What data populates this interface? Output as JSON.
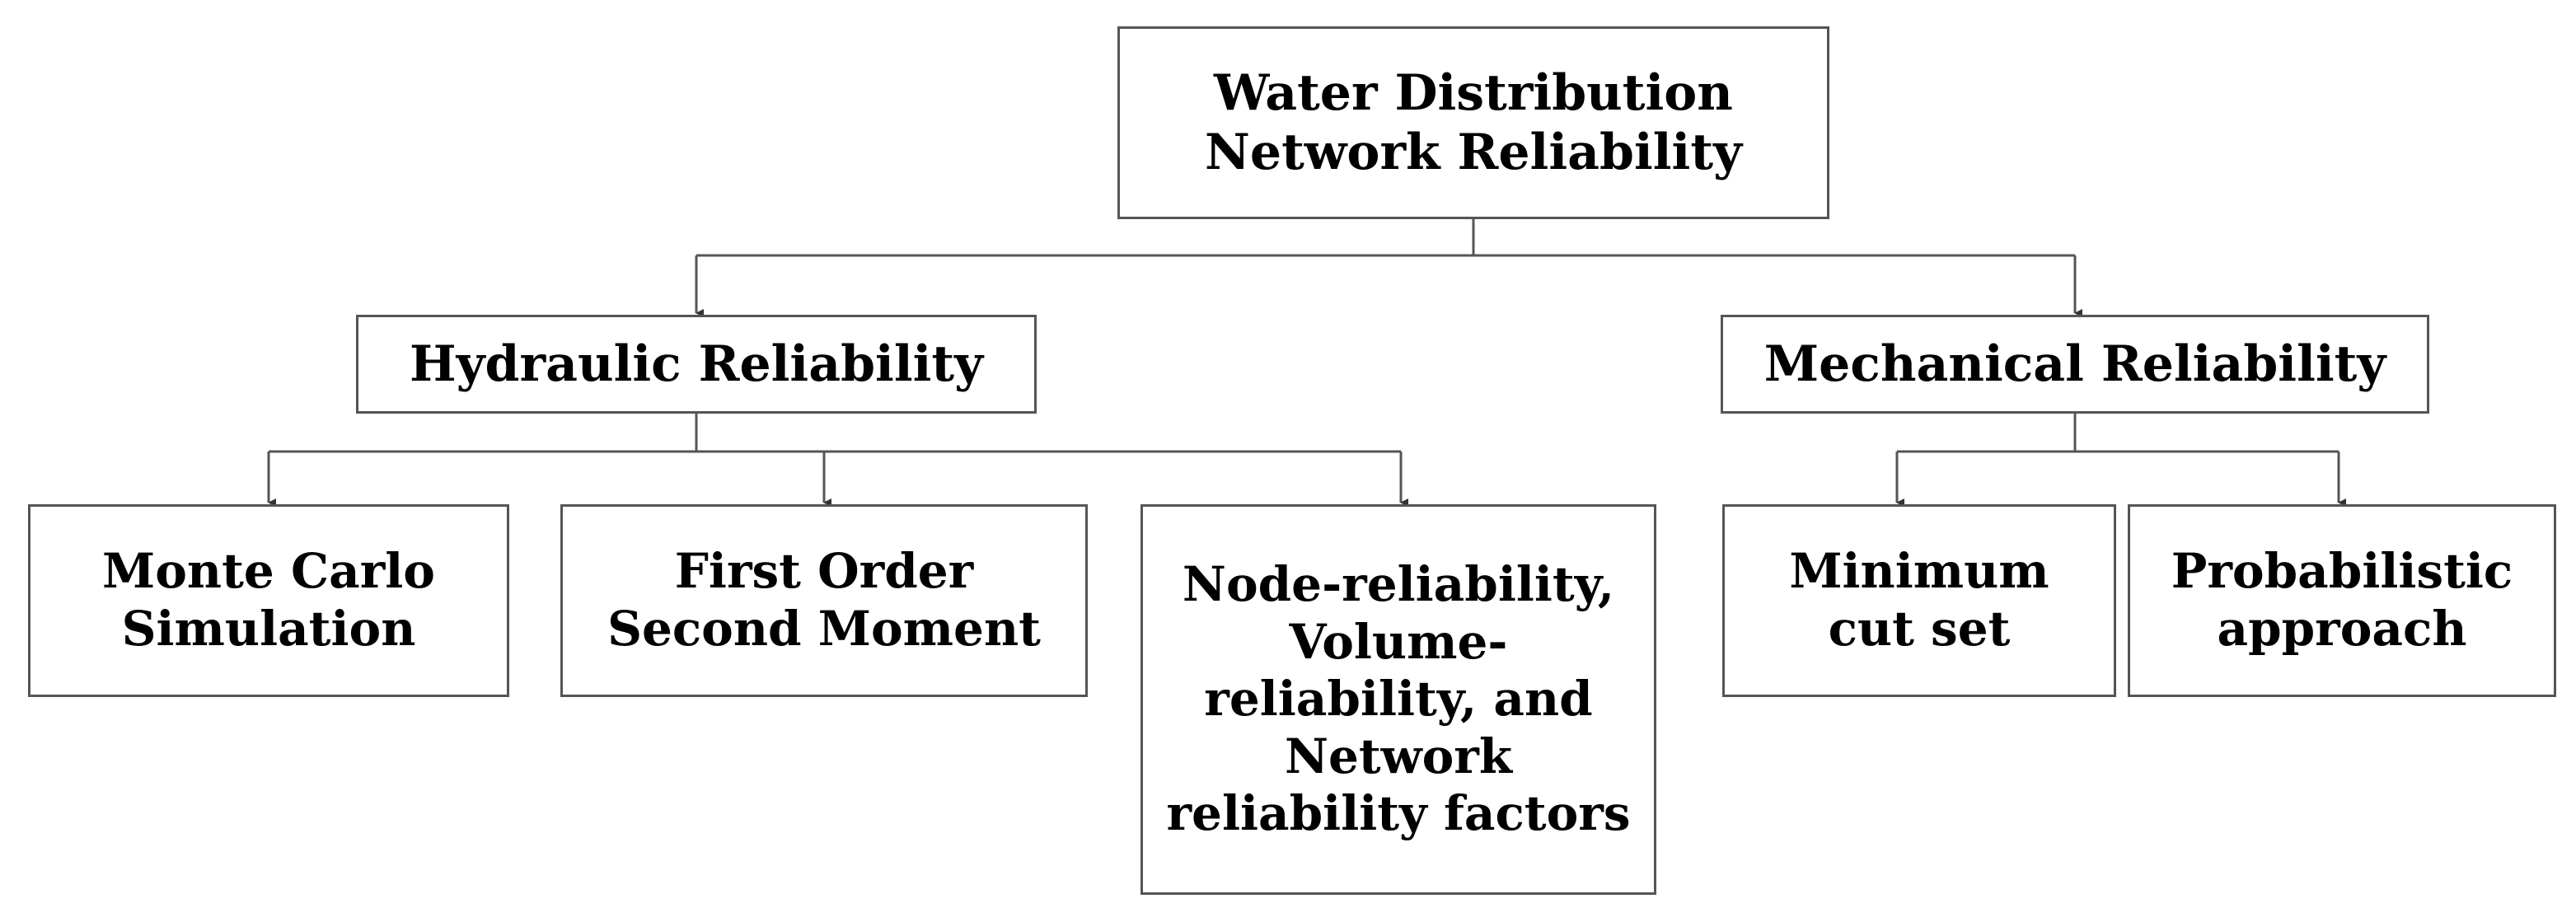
{
  "diagram": {
    "root": {
      "label": "Water Distribution\nNetwork Reliability"
    },
    "hydraulic": {
      "label": "Hydraulic Reliability"
    },
    "mechanical": {
      "label": "Mechanical Reliability"
    },
    "hydraulic_methods": [
      {
        "label": "Monte Carlo\nSimulation"
      },
      {
        "label": "First Order\nSecond Moment"
      },
      {
        "label": "Node-reliability,\nVolume-\nreliability, and\nNetwork\nreliability factors"
      }
    ],
    "mechanical_methods": [
      {
        "label": "Minimum\ncut set"
      },
      {
        "label": "Probabilistic\napproach"
      }
    ]
  },
  "colors": {
    "stroke": "#555555",
    "text": "#000000",
    "background": "#ffffff"
  }
}
